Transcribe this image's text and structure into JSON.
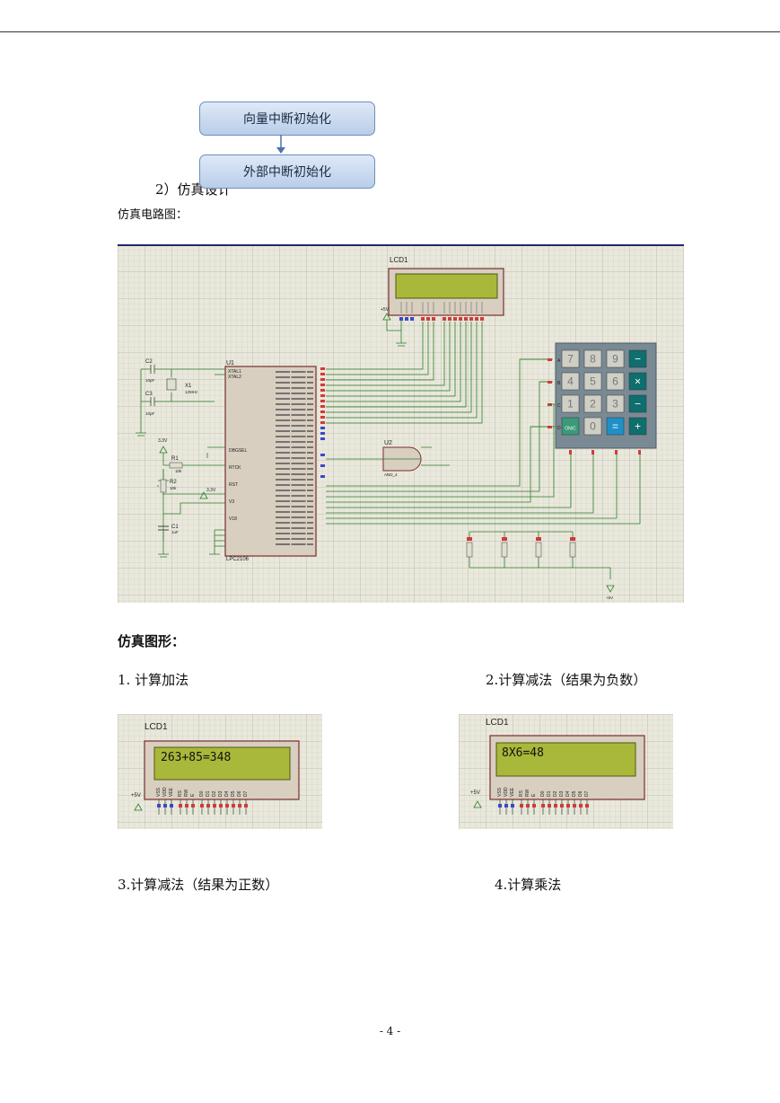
{
  "flowchart": {
    "box1": "向量中断初始化",
    "box2": "外部中断初始化"
  },
  "section": {
    "heading": "2）仿真设计",
    "circuit_caption": "仿真电路图：",
    "results_heading": "仿真图形："
  },
  "circuit": {
    "lcd_label": "LCD1",
    "mcu_label": "U1",
    "mcu_part": "LPC2106",
    "gate_label": "U2",
    "gate_part": "AND_4",
    "c2": "C2",
    "c2_val": "10pF",
    "c3": "C3",
    "c3_val": "10pF",
    "x1": "X1",
    "x1_val": "12MHz",
    "r1": "R1",
    "r1_val": "10k",
    "r2": "R2",
    "r2_val": "10k",
    "c1": "C1",
    "c1_val": "1uF",
    "v33": "3.3V",
    "v5": "+5V",
    "pin_xtal1": "XTAL1",
    "pin_xtal2": "XTAL2",
    "pin_dbgsel": "DBGSEL",
    "pin_rtck": "RTCK",
    "pin_rst": "RST",
    "pin_v3": "V3",
    "pin_v18": "V18",
    "keypad": [
      "7",
      "8",
      "9",
      "−",
      "4",
      "5",
      "6",
      "×",
      "1",
      "2",
      "3",
      "−",
      "ON/C",
      "0",
      "=",
      "+"
    ],
    "row_labels": [
      "A",
      "B",
      "C",
      "D"
    ]
  },
  "figures": [
    {
      "caption": "1. 计算加法",
      "lcd_title": "LCD1",
      "lcd_text": "263+85=348"
    },
    {
      "caption": "2.计算减法（结果为负数）",
      "lcd_title": "LCD1",
      "lcd_text": "8X6=48"
    },
    {
      "caption": "3.计算减法（结果为正数）"
    },
    {
      "caption": "4.计算乘法"
    }
  ],
  "lcd_pins": [
    "VSS",
    "VDD",
    "VEE",
    "RS",
    "RW",
    "E",
    "D0",
    "D1",
    "D2",
    "D3",
    "D4",
    "D5",
    "D6",
    "D7"
  ],
  "page_number": "- 4 -"
}
